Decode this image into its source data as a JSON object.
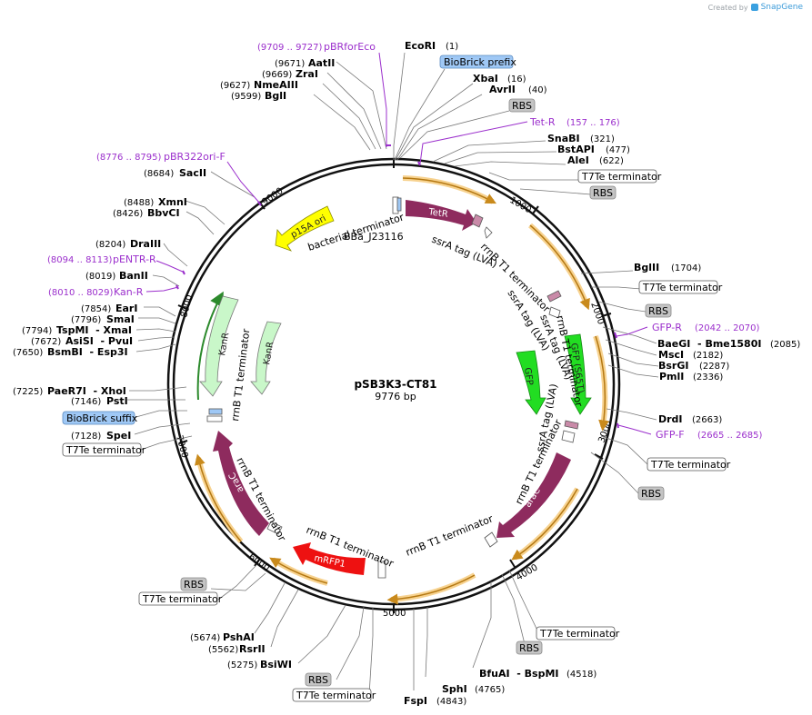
{
  "credit": {
    "prefix": "Created by",
    "brand": "SnapGene"
  },
  "plasmid": {
    "name": "pSB3K3-CT81",
    "size": "9776 bp"
  },
  "ticks": [
    "1000",
    "2000",
    "3000",
    "4000",
    "5000",
    "6000",
    "7000",
    "8000",
    "9000"
  ],
  "sites": [
    {
      "name": "EcoRI",
      "pos": "(1)"
    },
    {
      "name": "XbaI",
      "pos": "(16)"
    },
    {
      "name": "AvrII",
      "pos": "(40)"
    },
    {
      "name": "SnaBI",
      "pos": "(321)"
    },
    {
      "name": "BstAPI",
      "pos": "(477)"
    },
    {
      "name": "AleI",
      "pos": "(622)"
    },
    {
      "name": "BglII",
      "pos": "(1704)"
    },
    {
      "name": "BaeGI  - Bme1580I",
      "pos": "(2085)"
    },
    {
      "name": "MscI",
      "pos": "(2182)"
    },
    {
      "name": "BsrGI",
      "pos": "(2287)"
    },
    {
      "name": "PmlI",
      "pos": "(2336)"
    },
    {
      "name": "DrdI",
      "pos": "(2663)"
    },
    {
      "name": "BfuAI  - BspMI",
      "pos": "(4518)"
    },
    {
      "name": "SphI",
      "pos": "(4765)"
    },
    {
      "name": "FspI",
      "pos": "(4843)"
    },
    {
      "name": "BsiWI",
      "pos": "(5275)"
    },
    {
      "name": "RsrII",
      "pos": "(5562)"
    },
    {
      "name": "PshAI",
      "pos": "(5674)"
    },
    {
      "name": "SpeI",
      "pos": "(7128)"
    },
    {
      "name": "PstI",
      "pos": "(7146)"
    },
    {
      "name": "PaeR7I  - XhoI",
      "pos": "(7225)"
    },
    {
      "name": "BsmBI  - Esp3I",
      "pos": "(7650)"
    },
    {
      "name": "AsiSI  - PvuI",
      "pos": "(7672)"
    },
    {
      "name": "TspMI  - XmaI",
      "pos": "(7794)"
    },
    {
      "name": "SmaI",
      "pos": "(7796)"
    },
    {
      "name": "EarI",
      "pos": "(7854)"
    },
    {
      "name": "BanII",
      "pos": "(8019)"
    },
    {
      "name": "DraIII",
      "pos": "(8204)"
    },
    {
      "name": "BbvCI",
      "pos": "(8426)"
    },
    {
      "name": "XmnI",
      "pos": "(8488)"
    },
    {
      "name": "SacII",
      "pos": "(8684)"
    },
    {
      "name": "BglI",
      "pos": "(9599)"
    },
    {
      "name": "NmeAIII",
      "pos": "(9627)"
    },
    {
      "name": "ZraI",
      "pos": "(9669)"
    },
    {
      "name": "AatII",
      "pos": "(9671)"
    }
  ],
  "primers": [
    {
      "name": "pBRforEco",
      "range": "(9709 .. 9727)"
    },
    {
      "name": "Tet-R",
      "range": "(157 .. 176)"
    },
    {
      "name": "GFP-R",
      "range": "(2042 .. 2070)"
    },
    {
      "name": "GFP-F",
      "range": "(2665 .. 2685)"
    },
    {
      "name": "pBR322ori-F",
      "range": "(8776 .. 8795)"
    },
    {
      "name": "pENTR-R",
      "range": "(8094 .. 8113)"
    },
    {
      "name": "Kan-R",
      "range": "(8010 .. 8029)"
    }
  ],
  "boxed": {
    "biobrick_prefix": "BioBrick prefix",
    "biobrick_suffix": "BioBrick suffix",
    "rbs": "RBS",
    "t7te": "T7Te terminator"
  },
  "features": {
    "tetr": "TetR",
    "p15a": "p15A ori",
    "kanr": "KanR",
    "gfp": "GFP",
    "gfp_s65t": "GFP (S65T)",
    "arac": "araC",
    "mrfp1": "mRFP1",
    "bacterial_terminator": "bacterial terminator",
    "bba_j23116": "BBa_J23116",
    "ssra_lva": "ssrA tag (LVA)",
    "rrnb_t1": "rrnB T1 terminator"
  },
  "colors": {
    "backbone": "#111111",
    "tetr": "#8e2b5e",
    "arac": "#8e2b5e",
    "gfp": "#22dd22",
    "mrfp1": "#ee1111",
    "p15a": "#ffff00",
    "kanr": "#c9f7c9",
    "t7te_arc": "#f2b34a",
    "primer": "#9b2fcc",
    "biobrick": "#9fc8f5",
    "rbs": "#c4c4c4"
  }
}
